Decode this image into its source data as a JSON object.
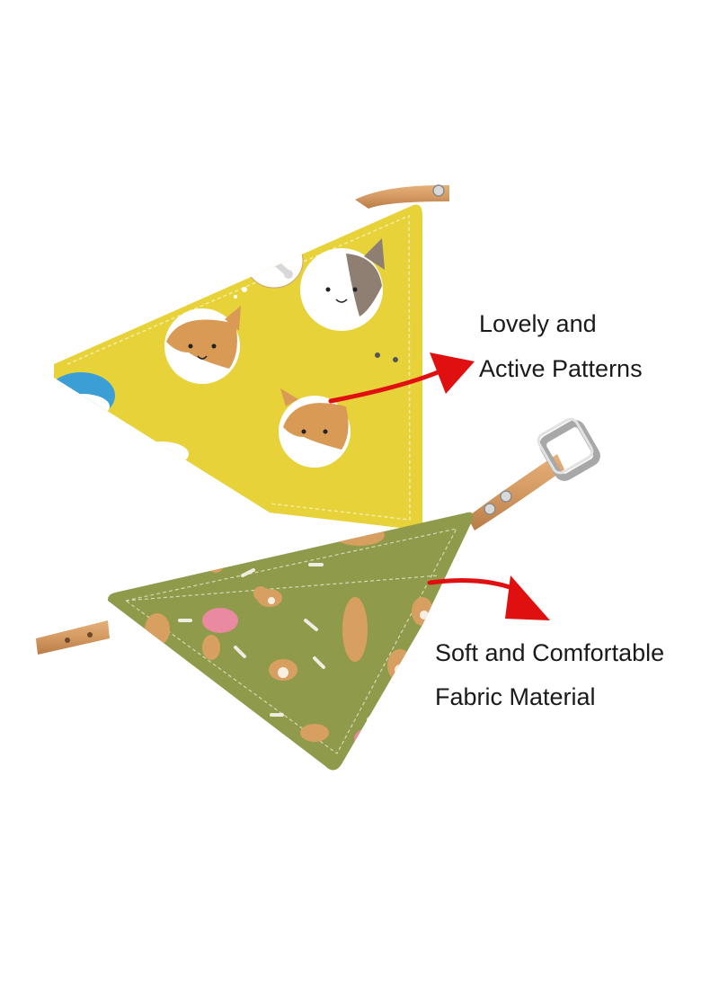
{
  "captions": {
    "patterns_line1": "Lovely and",
    "patterns_line2": "Active Patterns",
    "fabric_line1": "Soft and Comfortable",
    "fabric_line2": "Fabric Material"
  },
  "colors": {
    "yellow_bandana": "#e8d23a",
    "olive_bandana": "#8f9a4a",
    "leather_collar": "#d49a62",
    "arrow": "#e01010",
    "background": "#ffffff"
  }
}
